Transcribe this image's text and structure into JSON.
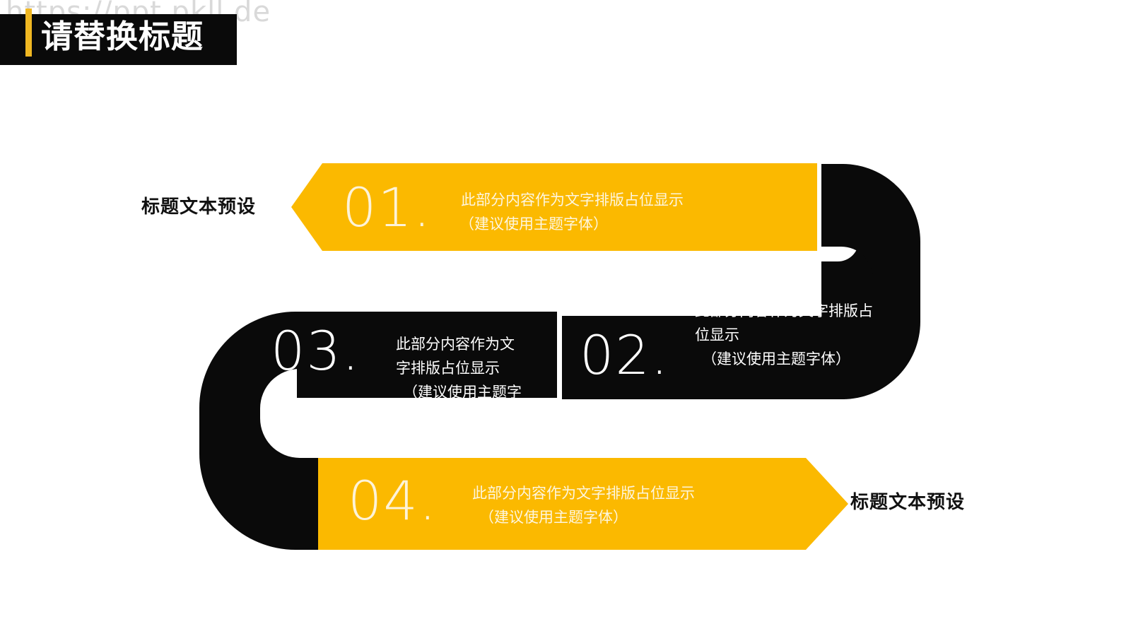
{
  "watermark": {
    "text": "https://ppt.pkll.de"
  },
  "header": {
    "title": "请替换标题",
    "accent_color": "#f0b722",
    "bar_color": "#0a0a0a"
  },
  "colors": {
    "yellow": "#fbb900",
    "yellow_dark": "#f0b410",
    "black": "#0a0a0a",
    "white": "#ffffff",
    "label_text": "#111111",
    "watermark": "#d9d9d9"
  },
  "side_labels": {
    "left": "标题文本预设",
    "right": "标题文本预设"
  },
  "steps": [
    {
      "number": "01.",
      "line1": "此部分内容作为文字排版占位显示",
      "line2": "（建议使用主题字体）",
      "style": "yellow",
      "shape": "arrow-left-notch"
    },
    {
      "number": "02.",
      "line1": "此部分内容作为文字排版占",
      "line2": "位显示",
      "line3": "（建议使用主题字体）",
      "style": "black",
      "shape": "rect"
    },
    {
      "number": "03.",
      "line1": "此部分内容作为文",
      "line2": "字排版占位显示",
      "line3": "（建议使用主题字",
      "style": "black",
      "shape": "rect"
    },
    {
      "number": "04.",
      "line1": "此部分内容作为文字排版占位显示",
      "line2": "（建议使用主题字体）",
      "style": "yellow",
      "shape": "arrow-right-point"
    }
  ]
}
